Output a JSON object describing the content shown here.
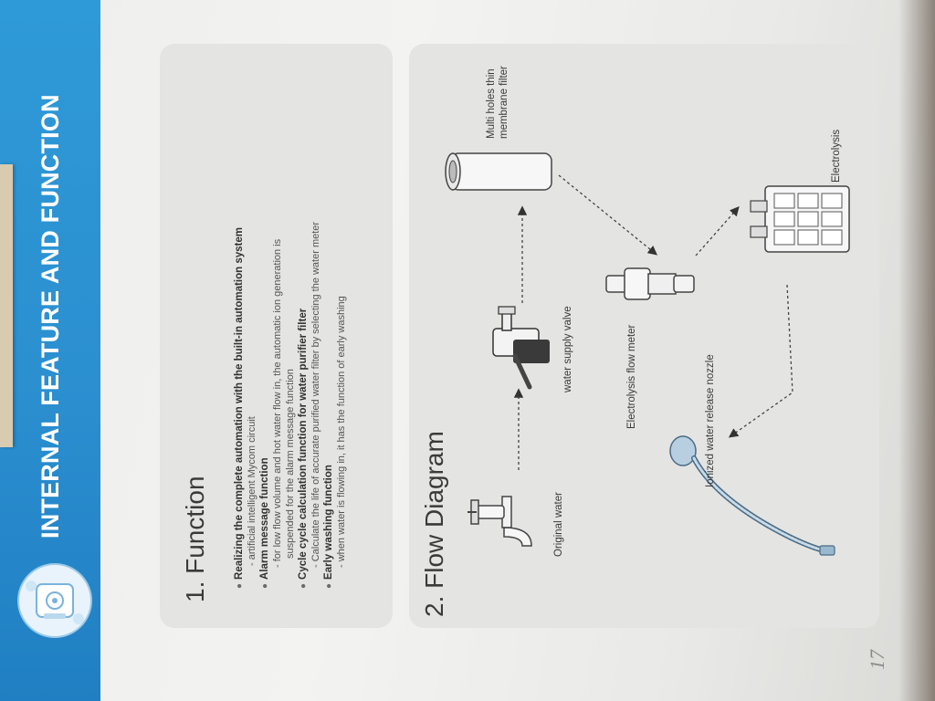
{
  "banner": {
    "title": "INTERNAL FEATURE AND FUNCTION",
    "color": "#2b8fd0"
  },
  "function_section": {
    "title": "1. Function",
    "items": [
      {
        "heading": "Realizing the complete automation with the built-in automation system",
        "detail": [
          "- artificial intelligent Mycom circuit"
        ]
      },
      {
        "heading": "Alarm message function",
        "detail": [
          "- for low flow volume and hot water flow in, the automatic ion generation is",
          "suspended for the alarm message function"
        ]
      },
      {
        "heading": "Cycle cycle calculation function for water purifier filter",
        "detail": [
          "- Calculate the life of accurate purified water filter by selecting the water meter"
        ]
      },
      {
        "heading": "Early washing function",
        "detail": [
          "- when water is flowing in, it has the function of early washing"
        ]
      }
    ]
  },
  "flow_section": {
    "title": "2. Flow Diagram",
    "nodes": {
      "original_water": "Original water",
      "water_supply_valve": "water supply valve",
      "membrane_filter": [
        "Multi holes thin",
        "membrane filter"
      ],
      "flow_meter": "Electrolysis flow meter",
      "electrolysis": "Electrolysis",
      "nozzle": "Ionized water release nozzle"
    },
    "icons": [
      "faucet-icon",
      "valve-icon",
      "filter-cartridge-icon",
      "flow-meter-icon",
      "electrolysis-cell-icon",
      "nozzle-hose-icon"
    ]
  },
  "page_number": "17"
}
